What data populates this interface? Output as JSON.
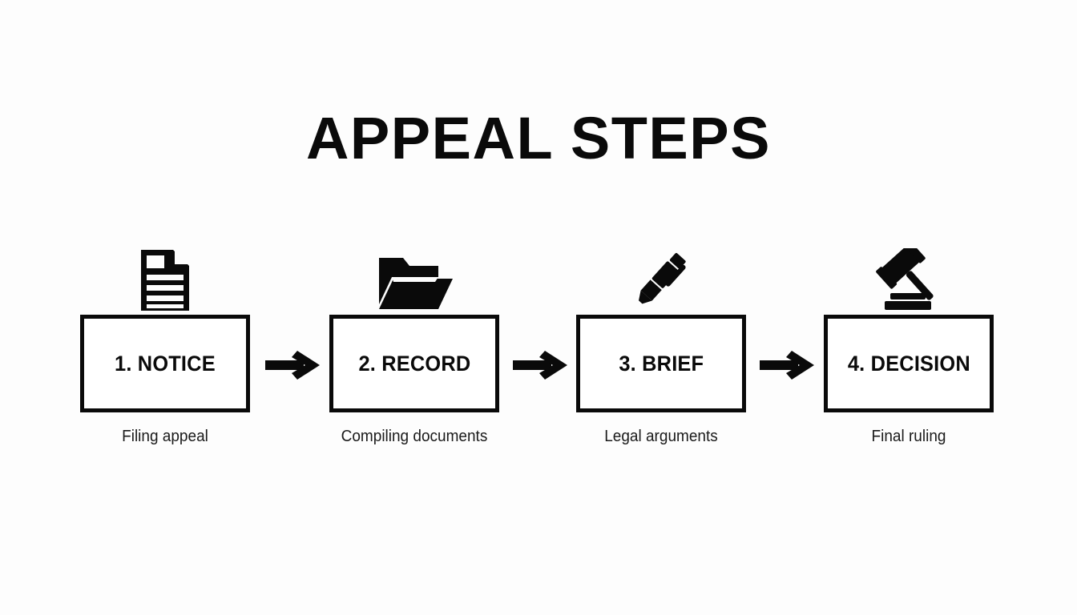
{
  "page": {
    "title": "APPEAL STEPS",
    "background_color": "#fdfdfd",
    "ink_color": "#0a0a0a"
  },
  "flow": {
    "steps": [
      {
        "label": "1. NOTICE",
        "caption": "Filing appeal",
        "icon": "document-icon"
      },
      {
        "label": "2. RECORD",
        "caption": "Compiling documents",
        "icon": "folder-open-icon"
      },
      {
        "label": "3. BRIEF",
        "caption": "Legal arguments",
        "icon": "pen-icon"
      },
      {
        "label": "4. DECISION",
        "caption": "Final ruling",
        "icon": "gavel-icon"
      }
    ],
    "connectors": [
      {
        "icon": "arrow-right-icon"
      },
      {
        "icon": "arrow-right-icon"
      },
      {
        "icon": "arrow-right-icon"
      }
    ]
  }
}
